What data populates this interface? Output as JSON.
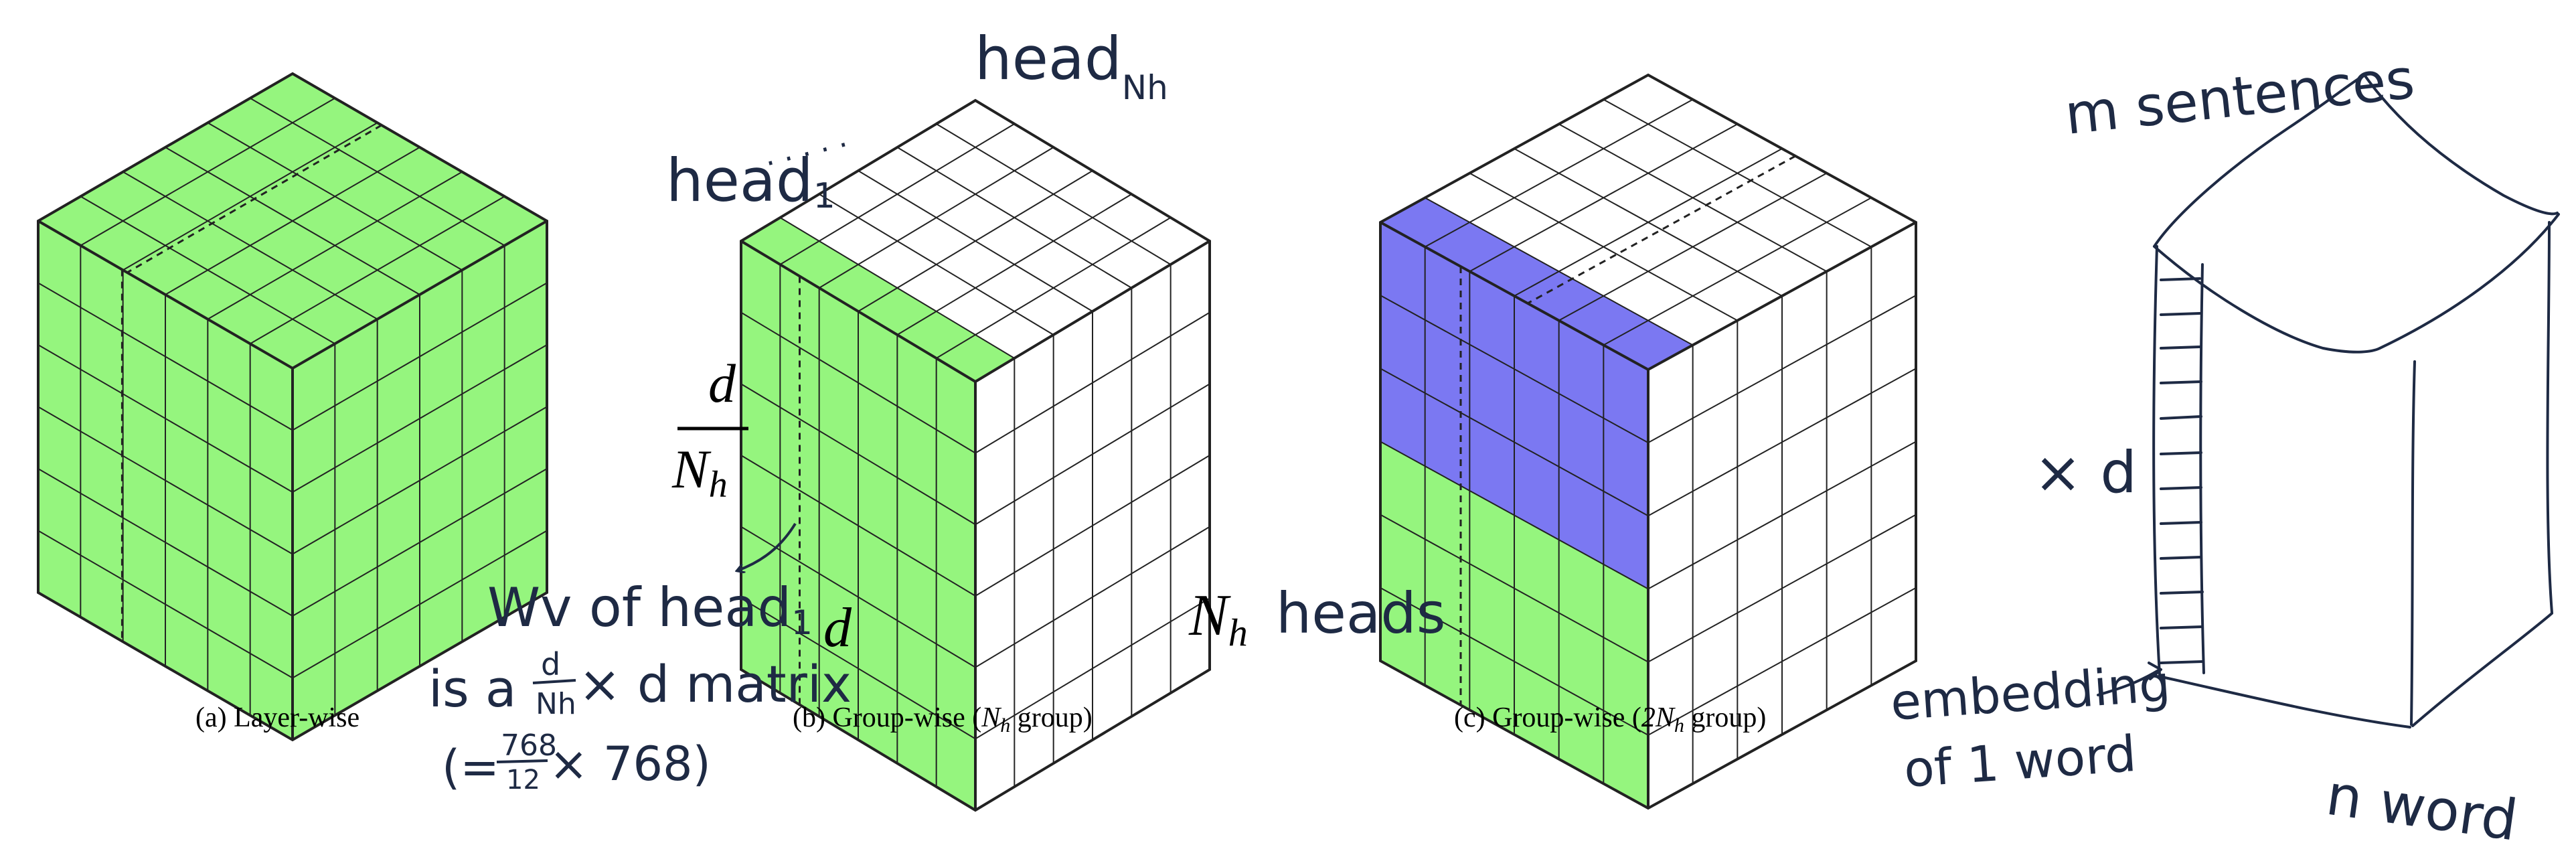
{
  "captions": {
    "a": "(a) Layer-wise",
    "b_prefix": "(b) Group-wise (",
    "b_math": "N",
    "b_sub": "h",
    "b_suffix": " group)",
    "c_prefix": "(c) Group-wise (",
    "c_math": "2N",
    "c_sub": "h",
    "c_suffix": " group)"
  },
  "labels_b": {
    "frac_num": "d",
    "frac_den": "N",
    "frac_den_sub": "h",
    "bottom_d": "d",
    "nh": "N",
    "nh_sub": "h"
  },
  "handwriting": {
    "head_nh": "head",
    "head_nh_sub": "Nh",
    "head_1": "head",
    "head_1_sub": "1",
    "dots": "· · · · ·",
    "heads": "heads",
    "wv_line1": "Wv of head",
    "wv_line1_sub": "1",
    "wv_line2_a": "is a",
    "wv_line2_frac_num": "d",
    "wv_line2_frac_den": "Nh",
    "wv_line2_b": "× d matrix",
    "wv_line3_a": "(=",
    "wv_line3_num": "768",
    "wv_line3_den": "12",
    "wv_line3_b": "× 768)",
    "m_sentences": "m sentences",
    "x_d": "× d",
    "embedding_1": "embedding",
    "embedding_2": "of 1 word",
    "n_word": "n word"
  },
  "colors": {
    "green": "#95f57e",
    "blue": "#7b78f2",
    "line": "#222222",
    "ink": "#1e2a44"
  }
}
